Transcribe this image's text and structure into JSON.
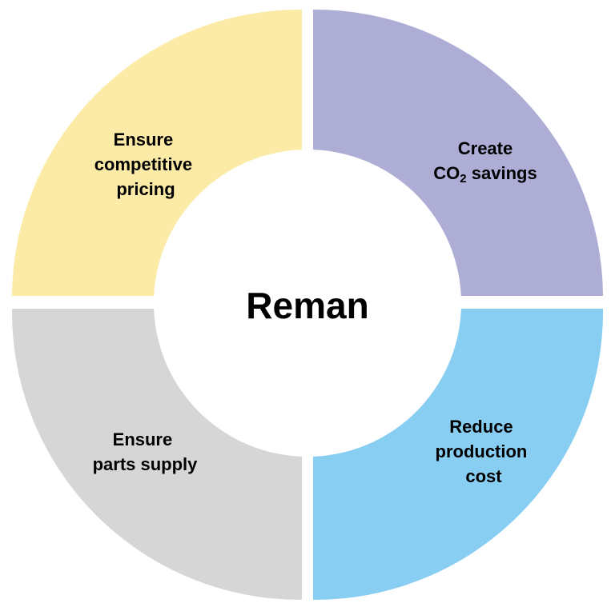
{
  "center": {
    "label": "Reman",
    "fill": "#ffffff"
  },
  "segments": [
    {
      "id": "top-left",
      "color": "#FCEBA6",
      "lines": [
        "Ensure",
        "competitive",
        "pricing"
      ]
    },
    {
      "id": "top-right",
      "color": "#ADADD6",
      "lines": [
        "Create",
        "savings"
      ],
      "co2": {
        "base": "CO",
        "sub": "2",
        "rest": " savings"
      }
    },
    {
      "id": "bottom-right",
      "color": "#88CDF2",
      "lines": [
        "Reduce",
        "production",
        "cost"
      ]
    },
    {
      "id": "bottom-left",
      "color": "#D6D6D6",
      "lines": [
        "Ensure",
        "parts supply"
      ]
    }
  ]
}
